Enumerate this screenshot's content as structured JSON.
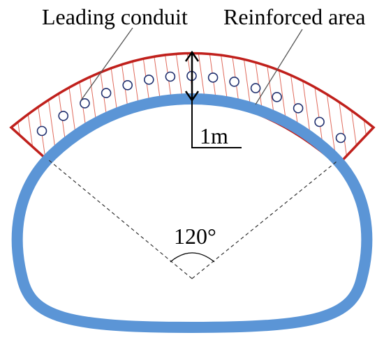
{
  "diagram": {
    "labels": {
      "leading_conduit": "Leading conduit",
      "reinforced_area": "Reinforced area",
      "thickness": "1m",
      "angle": "120°"
    },
    "colors": {
      "lining": "#5b95d6",
      "reinforced_outline": "#c0201c",
      "hatch": "#e06a5c",
      "conduit": "#1f2f6e",
      "annotation": "#000000",
      "guide": "#333333"
    },
    "reinforcement_thickness_m": 1,
    "reinforcement_angle_deg": 120
  }
}
